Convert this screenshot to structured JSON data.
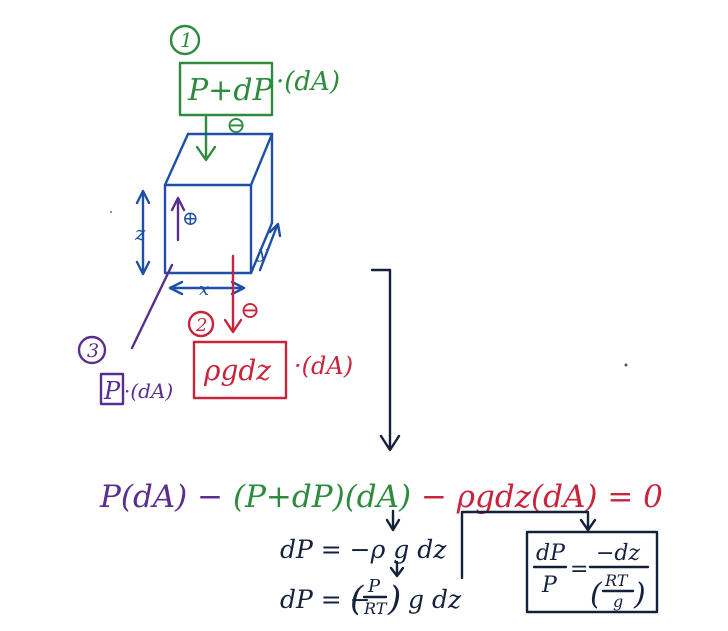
{
  "labels": {
    "n1": "1",
    "n2": "2",
    "n3": "3",
    "top_force": "P+dP",
    "top_area": "·(dA)",
    "top_sign": "⊖",
    "mid_force": "ρgdz",
    "mid_area": "·(dA)",
    "mid_sign": "⊖",
    "left_force": "P",
    "left_area": "·(dA)",
    "cube_sign": "⊕",
    "axis_z": "z",
    "axis_x": "x",
    "axis_y": "y"
  },
  "equations": {
    "main_p1": "P(dA) − ",
    "main_p2": "(P+dP)(dA)",
    "main_p3": " − ρgdz(dA) = 0",
    "step1": "dP = −ρ g dz",
    "step2": "dP = − ( P/RT ) g dz",
    "frac1_num": "dP",
    "frac1_den": "P",
    "eq_sign": "=",
    "frac2_num": "−dz",
    "frac2_den_top": "RT",
    "frac2_den_bot": "g",
    "frac2_den_l": "(",
    "frac2_den_r": ")",
    "step2_lhs": "dP = −",
    "step2_rhs": "g dz",
    "p_over": "P",
    "rt_under": "RT"
  },
  "colors": {
    "green": "#2e8b3e",
    "red": "#c8243c",
    "purple": "#5a2d91",
    "blue": "#1f4fa6",
    "navy": "#14213d"
  }
}
